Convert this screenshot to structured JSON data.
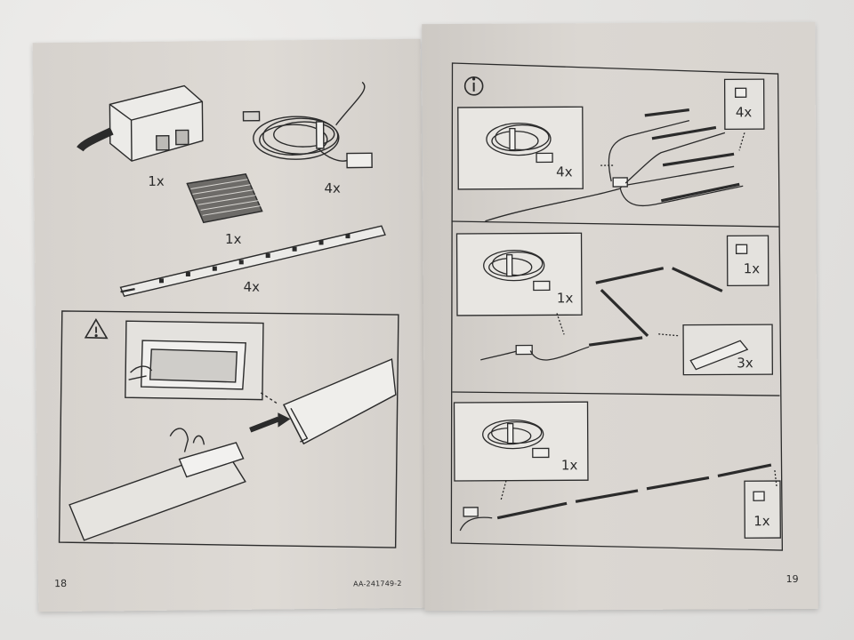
{
  "left_page": {
    "parts": [
      {
        "name": "connector-box",
        "qty": "1x"
      },
      {
        "name": "cable",
        "qty": "4x"
      },
      {
        "name": "adhesive-pads",
        "qty": "1x"
      },
      {
        "name": "led-strip",
        "qty": "4x"
      }
    ],
    "page_number": "18",
    "doc_code": "AA-241749-2"
  },
  "right_page": {
    "steps": [
      {
        "cable_qty": "4x",
        "end_cap_qty": "4x"
      },
      {
        "cable_qty": "1x",
        "end_cap_qty": "1x",
        "connector_qty": "3x"
      },
      {
        "cable_qty": "1x",
        "end_cap_qty": "1x"
      }
    ],
    "page_number": "19"
  },
  "colors": {
    "paper": "#dcd8d3",
    "ink": "#2b2b2b",
    "background": "#e7e6e4"
  },
  "icons": [
    "info-icon",
    "warning-icon"
  ]
}
